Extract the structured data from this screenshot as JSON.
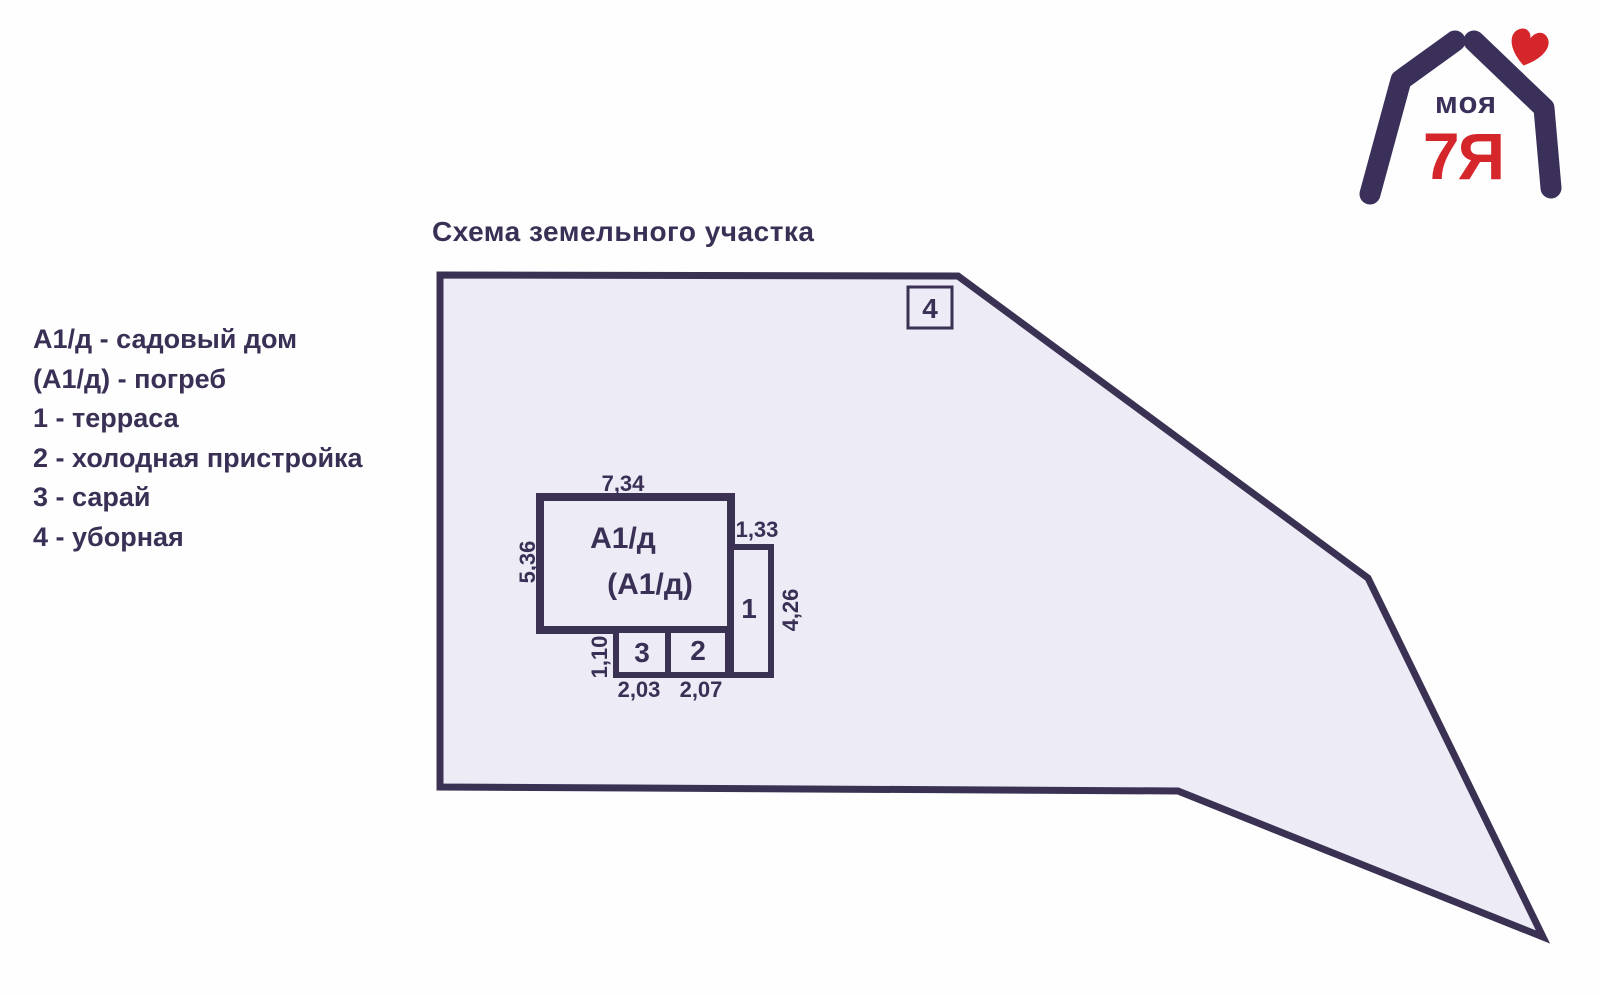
{
  "title": "Схема земельного участка",
  "colors": {
    "ink_purple": "#3a3056",
    "line_purple": "#3a3153",
    "plot_fill": "#edebf6",
    "brand_red": "#d4262b",
    "background": "#fefefe"
  },
  "logo": {
    "brand_word": "моя",
    "brand_mark": "7Я",
    "heart_icon": "heart",
    "house_icon": "house-roof"
  },
  "legend": {
    "items": [
      "А1/д - садовый дом",
      "(А1/д) - погреб",
      "1 - терраса",
      "2 - холодная пристройка",
      "3 - сарай",
      "4 - уборная"
    ]
  },
  "plot": {
    "outbuilding_label": "4",
    "buildings": {
      "main_house_label": "А1/д",
      "cellar_label": "(А1/д)",
      "terrace_label": "1",
      "annex_label": "2",
      "shed_label": "3"
    },
    "dimensions": {
      "main_width": "7,34",
      "main_height": "5,36",
      "terrace_width": "1,33",
      "terrace_height": "4,26",
      "shed_height": "1,10",
      "shed_width": "2,03",
      "annex_width": "2,07"
    }
  }
}
